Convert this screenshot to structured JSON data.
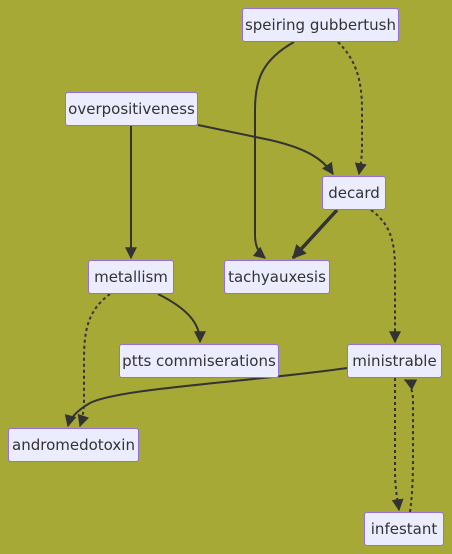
{
  "nodes": {
    "speiring": "speiring gubbertush",
    "overpositiveness": "overpositiveness",
    "decard": "decard",
    "metallism": "metallism",
    "tachyauxesis": "tachyauxesis",
    "ptts": "ptts commiserations",
    "ministrable": "ministrable",
    "andromedotoxin": "andromedotoxin",
    "infestant": "infestant"
  },
  "edges": [
    {
      "from": "speiring",
      "to": "tachyauxesis",
      "style": "solid"
    },
    {
      "from": "speiring",
      "to": "decard",
      "style": "dotted"
    },
    {
      "from": "overpositiveness",
      "to": "decard",
      "style": "solid"
    },
    {
      "from": "overpositiveness",
      "to": "metallism",
      "style": "solid"
    },
    {
      "from": "decard",
      "to": "tachyauxesis",
      "style": "thick"
    },
    {
      "from": "decard",
      "to": "ministrable",
      "style": "dotted"
    },
    {
      "from": "metallism",
      "to": "ptts",
      "style": "solid"
    },
    {
      "from": "metallism",
      "to": "andromedotoxin",
      "style": "dotted"
    },
    {
      "from": "ministrable",
      "to": "andromedotoxin",
      "style": "solid"
    },
    {
      "from": "ministrable",
      "to": "infestant",
      "style": "dotted"
    },
    {
      "from": "infestant",
      "to": "ministrable",
      "style": "dotted"
    }
  ],
  "colors": {
    "background": "#a6a935",
    "node_fill": "#ececff",
    "node_border": "#9370db",
    "edge": "#333333"
  }
}
